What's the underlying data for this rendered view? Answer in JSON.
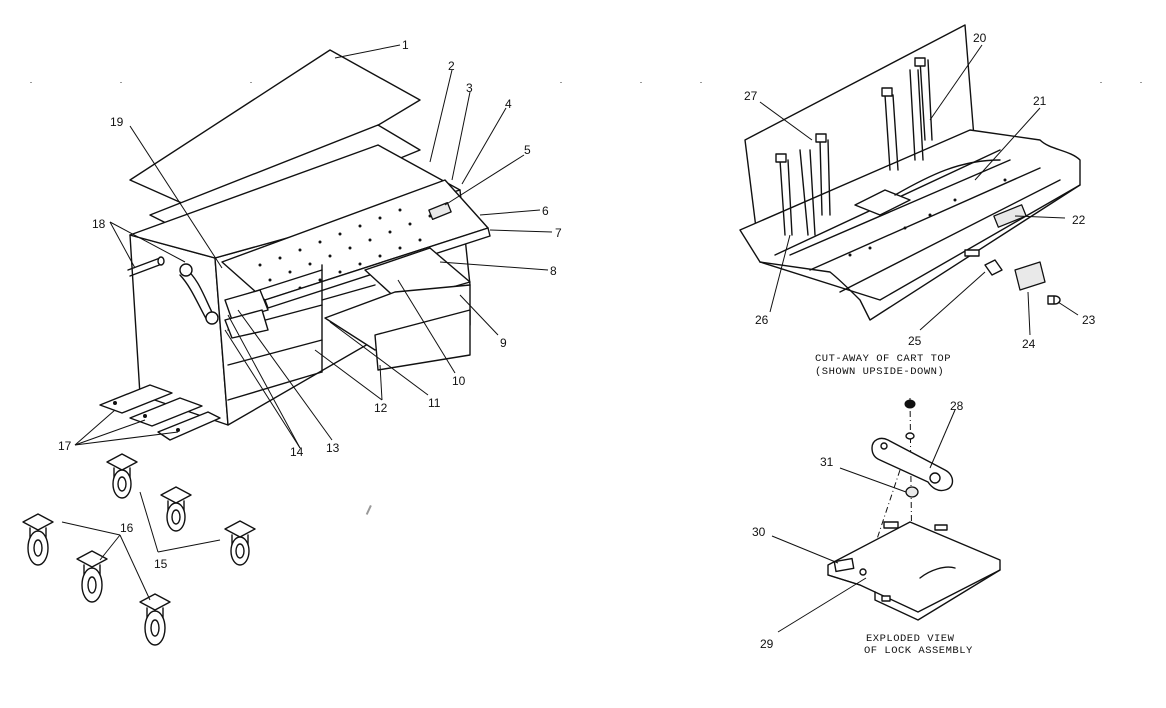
{
  "callouts": {
    "c1": "1",
    "c2": "2",
    "c3": "3",
    "c4": "4",
    "c5": "5",
    "c6": "6",
    "c7": "7",
    "c8": "8",
    "c9": "9",
    "c10": "10",
    "c11": "11",
    "c12": "12",
    "c13": "13",
    "c14": "14",
    "c15": "15",
    "c16": "16",
    "c17": "17",
    "c18": "18",
    "c19": "19",
    "c20": "20",
    "c21": "21",
    "c22": "22",
    "c23": "23",
    "c24": "24",
    "c25": "25",
    "c26": "26",
    "c27": "27",
    "c28": "28",
    "c29": "29",
    "c30": "30",
    "c31": "31"
  },
  "captions": {
    "cart_top_line1": "CUT-AWAY OF CART TOP",
    "cart_top_line2": "(SHOWN UPSIDE-DOWN)",
    "lock_line1": "EXPLODED VIEW",
    "lock_line2": "OF LOCK ASSEMBLY"
  }
}
